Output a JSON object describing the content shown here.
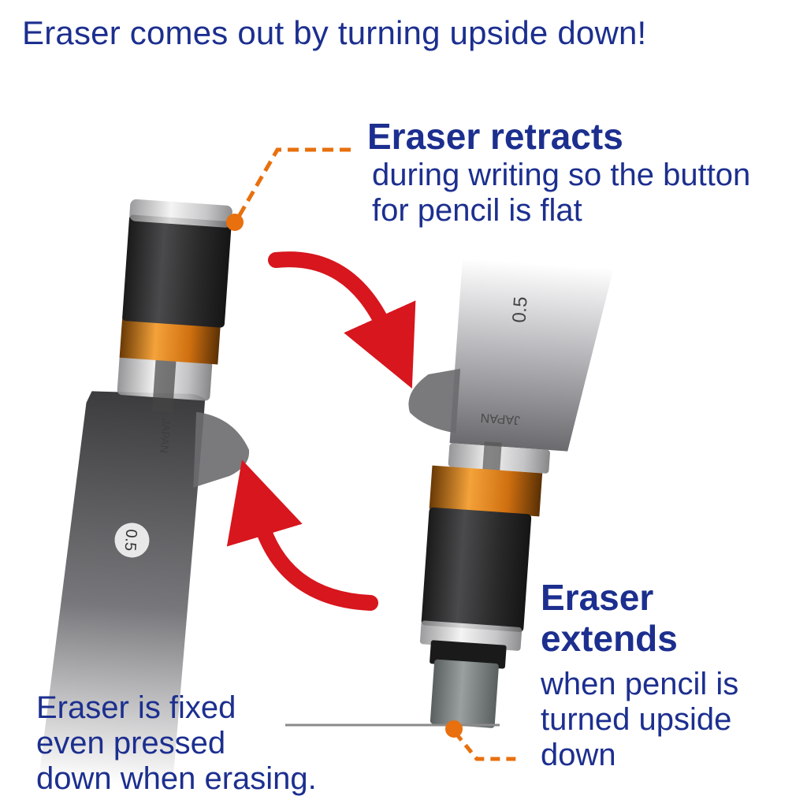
{
  "headline": "Eraser comes out by turning upside down!",
  "retracts": {
    "heading": "Eraser retracts",
    "body_lines": [
      "during writing so the button",
      "for pencil is flat"
    ]
  },
  "extends": {
    "heading_lines": [
      "Eraser",
      "extends"
    ],
    "body_lines": [
      "when pencil is",
      "turned upside",
      "down"
    ]
  },
  "fixed": {
    "lines": [
      "Eraser is fixed",
      "even pressed",
      "down when erasing."
    ]
  },
  "pencil_marks": {
    "left_model": "0.5",
    "left_origin": "JAPAN",
    "right_model": "0.5",
    "right_origin": "JAPAN"
  },
  "colors": {
    "text": "#1c2f8f",
    "callout": "#e8700e",
    "arrow": "#d7161d",
    "orange_band": "#e88a14"
  }
}
